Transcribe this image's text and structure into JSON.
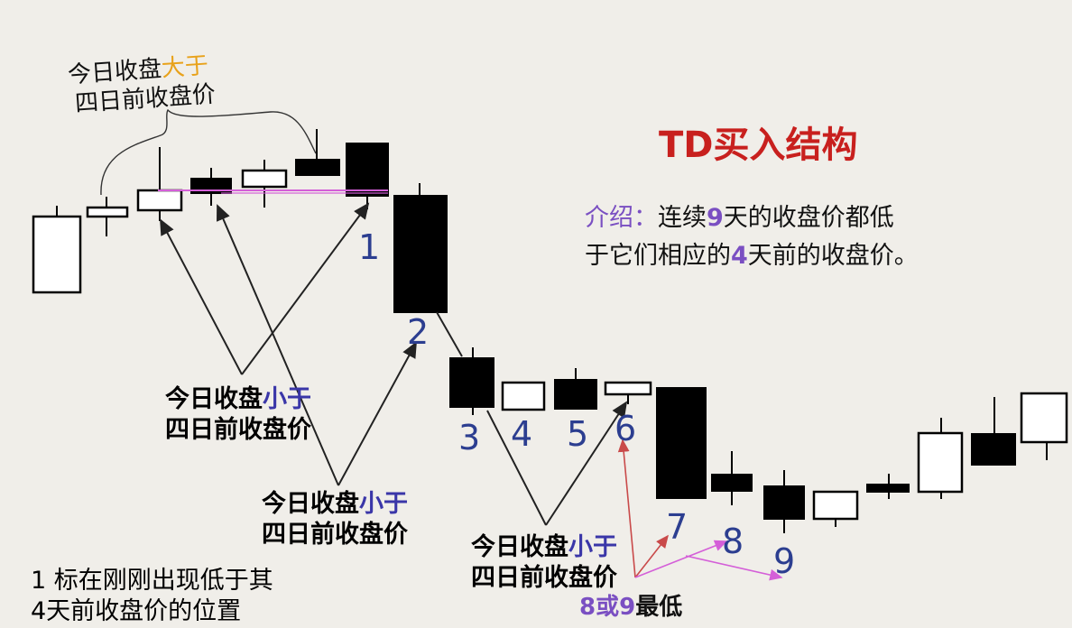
{
  "title": "TD买入结构",
  "intro": {
    "line1_prefix": "介绍：",
    "line1_text": "连续",
    "n9": "9",
    "line1_rest": "天的收盘价都低",
    "line2_text": "于它们相应的",
    "n4": "4",
    "line2_rest": "天前的收盘价。"
  },
  "top_note": {
    "line1_a": "今日收盘",
    "line1_b": "大于",
    "line2": "四日前收盘价"
  },
  "labels": {
    "a": {
      "l1a": "今日收盘",
      "l1b": "小于",
      "l2": "四日前收盘价"
    },
    "b": {
      "l1a": "今日收盘",
      "l1b": "小于",
      "l2": "四日前收盘价"
    },
    "c": {
      "l1a": "今日收盘",
      "l1b": "小于",
      "l2": "四日前收盘价"
    }
  },
  "counts": [
    "1",
    "2",
    "3",
    "4",
    "5",
    "6",
    "7",
    "8",
    "9"
  ],
  "lowest_note": {
    "prefix": "8或9",
    "suffix": "最低"
  },
  "footnote": {
    "line1": "1 标在刚刚出现低于其",
    "line2": "4天前收盘价的位置"
  },
  "colors": {
    "bullish_candle": "#ffffff",
    "bearish_candle": "#000000",
    "count_number": "#2c3e90",
    "title": "#c8201e",
    "highlight_purple": "#7a4fc2",
    "highlight_blue": "#3a36a8",
    "highlight_orange": "#e8a21b",
    "compare_line": "#d45fd8",
    "lowest_arrow": "#c94a4a"
  }
}
